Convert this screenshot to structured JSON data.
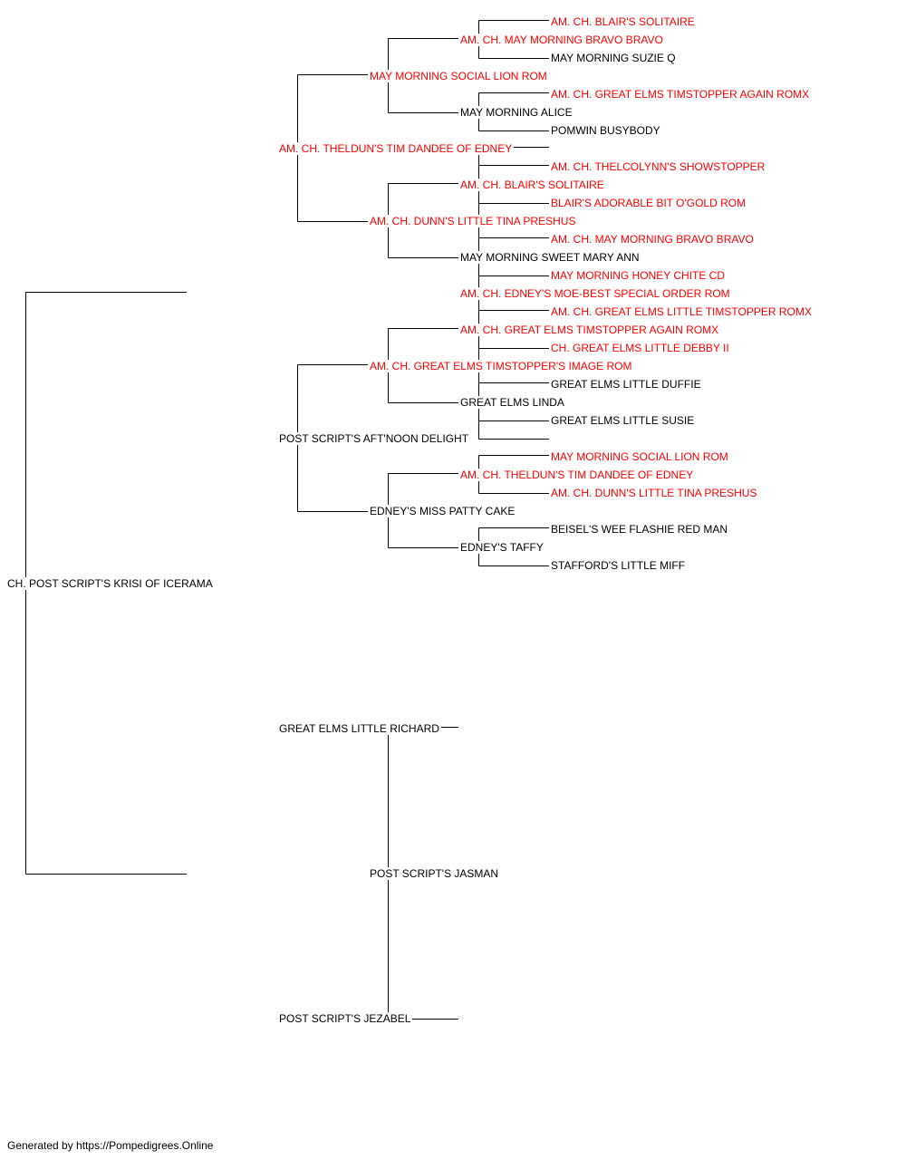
{
  "colors": {
    "titled": "#ff0000",
    "plain": "#000000",
    "line": "#000000"
  },
  "pedigree": {
    "subject": {
      "name": "CH. POST SCRIPT'S KRISI OF ICERAMA",
      "titled": false
    },
    "sire": {
      "name": "AM. CH. EDNEY'S MOE-BEST SPECIAL ORDER ROM",
      "titled": true
    },
    "dam": {
      "name": "POST SCRIPT'S JASMAN",
      "titled": false
    },
    "ss": {
      "name": "AM. CH. THELDUN'S TIM DANDEE OF EDNEY",
      "titled": true
    },
    "sd": {
      "name": "POST SCRIPT'S AFT'NOON DELIGHT",
      "titled": false
    },
    "ds": {
      "name": "GREAT ELMS LITTLE RICHARD",
      "titled": false
    },
    "dd": {
      "name": "POST SCRIPT'S JEZABEL",
      "titled": false
    },
    "sss": {
      "name": "MAY MORNING SOCIAL LION ROM",
      "titled": true
    },
    "ssd": {
      "name": "AM. CH. DUNN'S LITTLE TINA PRESHUS",
      "titled": true
    },
    "sds": {
      "name": "AM. CH. GREAT ELMS TIMSTOPPER'S IMAGE ROM",
      "titled": true
    },
    "sdd": {
      "name": "EDNEY'S MISS PATTY CAKE",
      "titled": false
    },
    "ssss": {
      "name": "AM. CH. MAY MORNING BRAVO BRAVO",
      "titled": true
    },
    "sssd": {
      "name": "MAY MORNING ALICE",
      "titled": false
    },
    "ssds": {
      "name": "AM. CH. BLAIR'S SOLITAIRE",
      "titled": true
    },
    "ssdd": {
      "name": "MAY MORNING SWEET MARY ANN",
      "titled": false
    },
    "sdss": {
      "name": "AM. CH. GREAT ELMS TIMSTOPPER AGAIN ROMX",
      "titled": true
    },
    "sdsd": {
      "name": "GREAT ELMS LINDA",
      "titled": false
    },
    "sdds": {
      "name": "AM. CH. THELDUN'S TIM DANDEE OF EDNEY",
      "titled": true
    },
    "sddd": {
      "name": "EDNEY'S TAFFY",
      "titled": false
    },
    "sssss": {
      "name": "AM. CH. BLAIR'S SOLITAIRE",
      "titled": true
    },
    "ssssd": {
      "name": "MAY MORNING SUZIE Q",
      "titled": false
    },
    "sssds": {
      "name": "AM. CH. GREAT ELMS TIMSTOPPER AGAIN ROMX",
      "titled": true
    },
    "sssdd": {
      "name": "POMWIN BUSYBODY",
      "titled": false
    },
    "ssdss": {
      "name": "AM. CH. THELCOLYNN'S SHOWSTOPPER",
      "titled": true
    },
    "ssdsd": {
      "name": "BLAIR'S ADORABLE BIT O'GOLD ROM",
      "titled": true
    },
    "ssdds": {
      "name": "AM. CH. MAY MORNING BRAVO BRAVO",
      "titled": true
    },
    "ssddd": {
      "name": "MAY MORNING HONEY CHITE CD",
      "titled": true
    },
    "sdsss": {
      "name": "AM. CH. GREAT ELMS LITTLE TIMSTOPPER ROMX",
      "titled": true
    },
    "sdssd": {
      "name": "CH. GREAT ELMS LITTLE DEBBY II",
      "titled": true
    },
    "sdsds": {
      "name": "GREAT ELMS LITTLE DUFFIE",
      "titled": false
    },
    "sdsdd": {
      "name": "GREAT ELMS LITTLE SUSIE",
      "titled": false
    },
    "sddss": {
      "name": "MAY MORNING SOCIAL LION ROM",
      "titled": true
    },
    "sddsd": {
      "name": "AM. CH. DUNN'S LITTLE TINA PRESHUS",
      "titled": true
    },
    "sddds": {
      "name": "BEISEL'S WEE FLASHIE RED MAN",
      "titled": false
    },
    "sdddd": {
      "name": "STAFFORD'S LITTLE MIFF",
      "titled": false
    }
  },
  "footer": {
    "text": "Generated by https://Pompedigrees.Online"
  }
}
